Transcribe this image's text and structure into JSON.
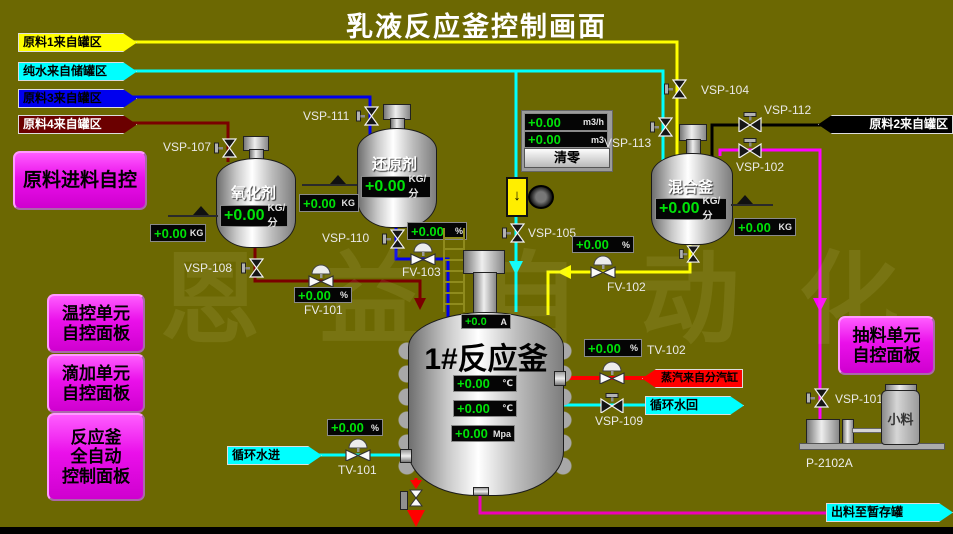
{
  "title": "乳液反应釜控制画面",
  "watermark": "恩 益 自 动 化",
  "colors": {
    "background": "#6c6802",
    "pipe_yellow": "#ffff00",
    "pipe_cyan": "#00ffff",
    "pipe_blue": "#0000ee",
    "pipe_dark_red": "#7a0000",
    "pipe_black": "#000000",
    "pipe_magenta": "#ff00ff",
    "pipe_red": "#ff0000",
    "display_green": "#00e208",
    "panel_magenta": "#ea10ea"
  },
  "feeds": {
    "material1": "原料1来自罐区",
    "pure_water": "纯水来自储罐区",
    "material3": "原料3来自罐区",
    "material4": "原料4来自罐区",
    "material2": "原料2来自罐区",
    "steam": "蒸汽来自分汽缸",
    "cooling_return": "循环水回",
    "cooling_in": "循环水进",
    "discharge": "出料至暂存罐"
  },
  "panels": {
    "feed": {
      "line1": "原料进料自控"
    },
    "temp": {
      "line1": "温控单元",
      "line2": "自控面板"
    },
    "dosing": {
      "line1": "滴加单元",
      "line2": "自控面板"
    },
    "reactor": {
      "line1": "反应釜",
      "line2": "全自动",
      "line3": "控制面板"
    },
    "extract": {
      "line1": "抽料单元",
      "line2": "自控面板"
    }
  },
  "tanks": {
    "oxidizer": {
      "name": "氧化剂",
      "flow": {
        "value": "+0.00",
        "unit": "KG/分"
      },
      "weight": {
        "value": "+0.00",
        "unit": "KG"
      }
    },
    "reducer": {
      "name": "还原剂",
      "flow": {
        "value": "+0.00",
        "unit": "KG/分"
      },
      "weight": {
        "value": "+0.00",
        "unit": "KG"
      }
    },
    "mixer": {
      "name": "混合釜",
      "flow": {
        "value": "+0.00",
        "unit": "KG/分"
      },
      "weight": {
        "value": "+0.00",
        "unit": "KG"
      }
    },
    "reactor": {
      "name": "1#反应釜",
      "current": {
        "value": "+0.0",
        "unit": "A"
      },
      "temp_inner": {
        "value": "+0.00",
        "unit": "℃"
      },
      "temp_jacket": {
        "value": "+0.00",
        "unit": "℃"
      },
      "pressure": {
        "value": "+0.00",
        "unit": "Mpa"
      }
    }
  },
  "flowmeter": {
    "rate": {
      "value": "+0.00",
      "unit": "m3/h"
    },
    "total": {
      "value": "+0.00",
      "unit": "m3"
    },
    "reset": "清零"
  },
  "valves": {
    "vsp101": "VSP-101",
    "vsp102": "VSP-102",
    "vsp104": "VSP-104",
    "vsp105": "VSP-105",
    "vsp107": "VSP-107",
    "vsp108": "VSP-108",
    "vsp109": "VSP-109",
    "vsp110": "VSP-110",
    "vsp111": "VSP-111",
    "vsp112": "VSP-112",
    "vsp113": "VSP-113",
    "fv101": {
      "label": "FV-101",
      "value": "+0.00",
      "unit": "%"
    },
    "fv102": {
      "label": "FV-102",
      "value": "+0.00",
      "unit": "%"
    },
    "fv103": {
      "label": "FV-103",
      "value": "+0.00",
      "unit": "%"
    },
    "tv101": {
      "label": "TV-101",
      "value": "+0.00",
      "unit": "%"
    },
    "tv102": {
      "label": "TV-102",
      "value": "+0.00",
      "unit": "%"
    }
  },
  "equipment": {
    "pump": "P-2102A",
    "jar": "小料"
  }
}
